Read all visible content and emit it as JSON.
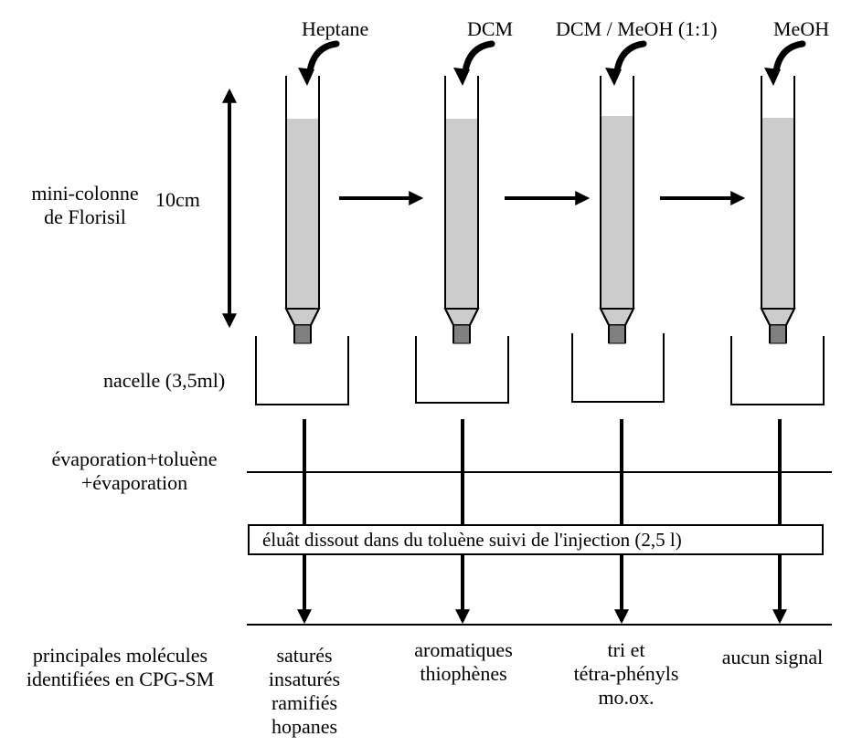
{
  "colors": {
    "ink": "#000000",
    "packing": "#cccccc",
    "frit": "#808080",
    "background": "#ffffff"
  },
  "solvents": [
    "Heptane",
    "DCM",
    "DCM / MeOH (1:1)",
    "MeOH"
  ],
  "labels": {
    "column_line1": "mini-colonne",
    "column_line2": "de Florisil",
    "height": "10cm",
    "vessel": "nacelle (3,5ml)",
    "evap_line1": "évaporation+toluène",
    "evap_line2": "+évaporation",
    "injection": "éluât dissout dans du  toluène  suivi de l'injection (2,5   l)",
    "molecules_line1": "principales molécules",
    "molecules_line2": "identifiées en CPG-SM"
  },
  "results": [
    [
      "saturés",
      "insaturés",
      "ramifiés",
      "hopanes"
    ],
    [
      "aromatiques",
      "thiophènes"
    ],
    [
      "tri et",
      "tétra-phényls",
      "mo.ox."
    ],
    [
      "aucun signal"
    ]
  ],
  "icons": {
    "pour": "curved-pour-arrow-icon",
    "flow": "right-arrow-icon",
    "height": "double-headed-arrow-icon",
    "down": "down-arrow-icon"
  }
}
